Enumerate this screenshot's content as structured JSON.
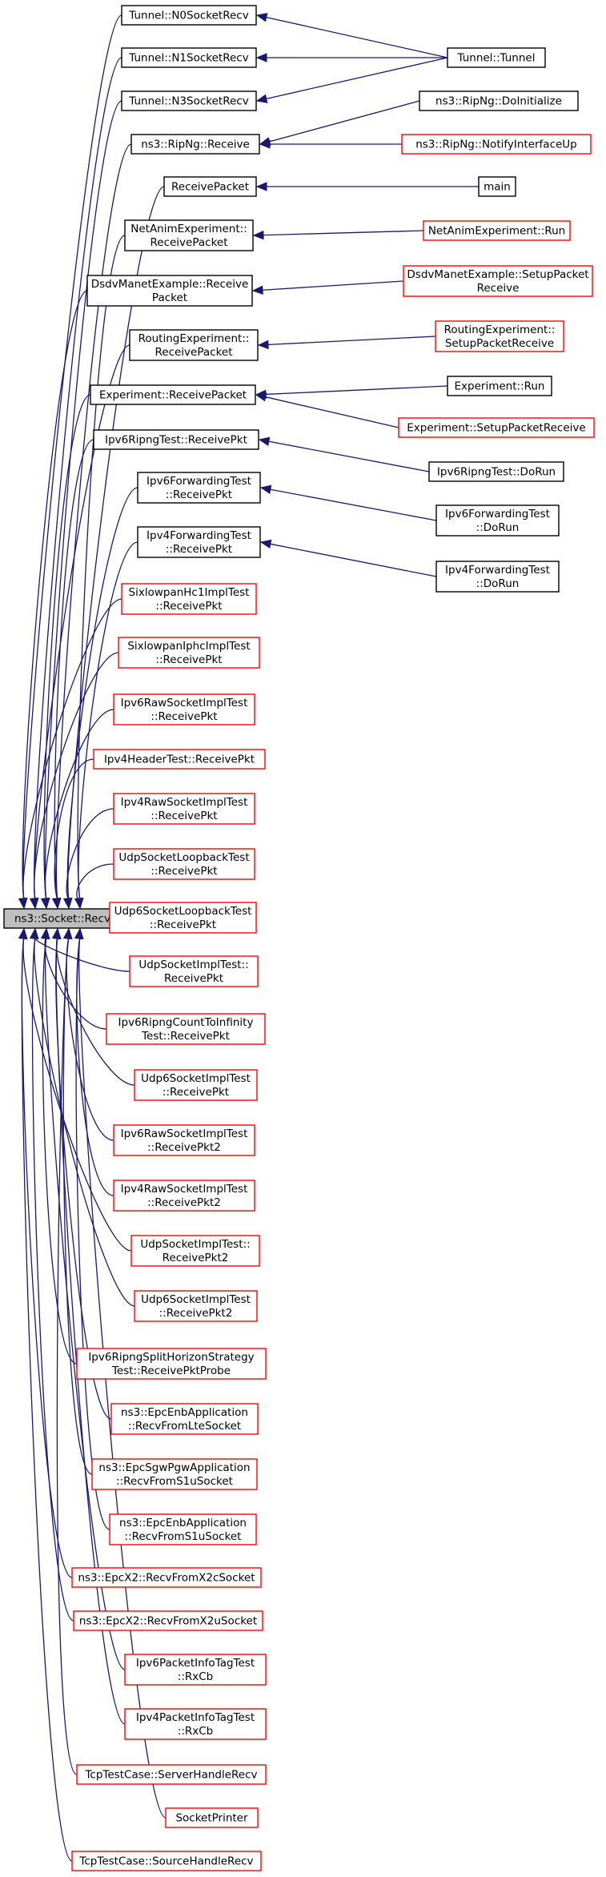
{
  "colors": {
    "edge": "#191970",
    "node_border": "#000000",
    "node_border_missing": "#ff0000",
    "root_fill": "#bfbfbf",
    "node_fill": "#ffffff"
  },
  "root": {
    "id": "root",
    "label": "ns3::Socket::Recv"
  },
  "callers": [
    {
      "id": "c0",
      "lines": [
        "Tunnel::N0SocketRecv"
      ],
      "missing": false
    },
    {
      "id": "c1",
      "lines": [
        "Tunnel::N1SocketRecv"
      ],
      "missing": false
    },
    {
      "id": "c2",
      "lines": [
        "Tunnel::N3SocketRecv"
      ],
      "missing": false
    },
    {
      "id": "c3",
      "lines": [
        "ns3::RipNg::Receive"
      ],
      "missing": false
    },
    {
      "id": "c4",
      "lines": [
        "ReceivePacket"
      ],
      "missing": false
    },
    {
      "id": "c5",
      "lines": [
        "NetAnimExperiment::",
        "ReceivePacket"
      ],
      "missing": false
    },
    {
      "id": "c6",
      "lines": [
        "DsdvManetExample::Receive",
        "Packet"
      ],
      "missing": false
    },
    {
      "id": "c7",
      "lines": [
        "RoutingExperiment::",
        "ReceivePacket"
      ],
      "missing": false
    },
    {
      "id": "c8",
      "lines": [
        "Experiment::ReceivePacket"
      ],
      "missing": false
    },
    {
      "id": "c9",
      "lines": [
        "Ipv6RipngTest::ReceivePkt"
      ],
      "missing": false
    },
    {
      "id": "c10",
      "lines": [
        "Ipv6ForwardingTest",
        "::ReceivePkt"
      ],
      "missing": false
    },
    {
      "id": "c11",
      "lines": [
        "Ipv4ForwardingTest",
        "::ReceivePkt"
      ],
      "missing": false
    },
    {
      "id": "c12",
      "lines": [
        "SixlowpanHc1ImplTest",
        "::ReceivePkt"
      ],
      "missing": true
    },
    {
      "id": "c13",
      "lines": [
        "SixlowpanIphcImplTest",
        "::ReceivePkt"
      ],
      "missing": true
    },
    {
      "id": "c14",
      "lines": [
        "Ipv6RawSocketImplTest",
        "::ReceivePkt"
      ],
      "missing": true
    },
    {
      "id": "c15",
      "lines": [
        "Ipv4HeaderTest::ReceivePkt"
      ],
      "missing": true
    },
    {
      "id": "c16",
      "lines": [
        "Ipv4RawSocketImplTest",
        "::ReceivePkt"
      ],
      "missing": true
    },
    {
      "id": "c17",
      "lines": [
        "UdpSocketLoopbackTest",
        "::ReceivePkt"
      ],
      "missing": true
    },
    {
      "id": "c18",
      "lines": [
        "Udp6SocketLoopbackTest",
        "::ReceivePkt"
      ],
      "missing": true
    },
    {
      "id": "c19",
      "lines": [
        "UdpSocketImplTest::",
        "ReceivePkt"
      ],
      "missing": true
    },
    {
      "id": "c20",
      "lines": [
        "Ipv6RipngCountToInfinity",
        "Test::ReceivePkt"
      ],
      "missing": true
    },
    {
      "id": "c21",
      "lines": [
        "Udp6SocketImplTest",
        "::ReceivePkt"
      ],
      "missing": true
    },
    {
      "id": "c22",
      "lines": [
        "Ipv6RawSocketImplTest",
        "::ReceivePkt2"
      ],
      "missing": true
    },
    {
      "id": "c23",
      "lines": [
        "Ipv4RawSocketImplTest",
        "::ReceivePkt2"
      ],
      "missing": true
    },
    {
      "id": "c24",
      "lines": [
        "UdpSocketImplTest::",
        "ReceivePkt2"
      ],
      "missing": true
    },
    {
      "id": "c25",
      "lines": [
        "Udp6SocketImplTest",
        "::ReceivePkt2"
      ],
      "missing": true
    },
    {
      "id": "c26",
      "lines": [
        "Ipv6RipngSplitHorizonStrategy",
        "Test::ReceivePktProbe"
      ],
      "missing": true
    },
    {
      "id": "c27",
      "lines": [
        "ns3::EpcEnbApplication",
        "::RecvFromLteSocket"
      ],
      "missing": true
    },
    {
      "id": "c28",
      "lines": [
        "ns3::EpcSgwPgwApplication",
        "::RecvFromS1uSocket"
      ],
      "missing": true
    },
    {
      "id": "c29",
      "lines": [
        "ns3::EpcEnbApplication",
        "::RecvFromS1uSocket"
      ],
      "missing": true
    },
    {
      "id": "c30",
      "lines": [
        "ns3::EpcX2::RecvFromX2cSocket"
      ],
      "missing": true
    },
    {
      "id": "c31",
      "lines": [
        "ns3::EpcX2::RecvFromX2uSocket"
      ],
      "missing": true
    },
    {
      "id": "c32",
      "lines": [
        "Ipv6PacketInfoTagTest",
        "::RxCb"
      ],
      "missing": true
    },
    {
      "id": "c33",
      "lines": [
        "Ipv4PacketInfoTagTest",
        "::RxCb"
      ],
      "missing": true
    },
    {
      "id": "c34",
      "lines": [
        "TcpTestCase::ServerHandleRecv"
      ],
      "missing": true
    },
    {
      "id": "c35",
      "lines": [
        "SocketPrinter"
      ],
      "missing": true
    },
    {
      "id": "c36",
      "lines": [
        "TcpTestCase::SourceHandleRecv"
      ],
      "missing": true
    }
  ],
  "outer": [
    {
      "id": "o0",
      "lines": [
        "Tunnel::Tunnel"
      ],
      "missing": false
    },
    {
      "id": "o1",
      "lines": [
        "ns3::RipNg::DoInitialize"
      ],
      "missing": false
    },
    {
      "id": "o2",
      "lines": [
        "ns3::RipNg::NotifyInterfaceUp"
      ],
      "missing": true
    },
    {
      "id": "o3",
      "lines": [
        "main"
      ],
      "missing": false
    },
    {
      "id": "o4",
      "lines": [
        "NetAnimExperiment::Run"
      ],
      "missing": true
    },
    {
      "id": "o5",
      "lines": [
        "DsdvManetExample::SetupPacket",
        "Receive"
      ],
      "missing": true
    },
    {
      "id": "o6",
      "lines": [
        "RoutingExperiment::",
        "SetupPacketReceive"
      ],
      "missing": true
    },
    {
      "id": "o7",
      "lines": [
        "Experiment::Run"
      ],
      "missing": false
    },
    {
      "id": "o8",
      "lines": [
        "Experiment::SetupPacketReceive"
      ],
      "missing": true
    },
    {
      "id": "o9",
      "lines": [
        "Ipv6RipngTest::DoRun"
      ],
      "missing": false
    },
    {
      "id": "o10",
      "lines": [
        "Ipv6ForwardingTest",
        "::DoRun"
      ],
      "missing": false
    },
    {
      "id": "o11",
      "lines": [
        "Ipv4ForwardingTest",
        "::DoRun"
      ],
      "missing": false
    }
  ],
  "edges": [
    {
      "from": "o0",
      "to": "c0"
    },
    {
      "from": "o0",
      "to": "c1"
    },
    {
      "from": "o0",
      "to": "c2"
    },
    {
      "from": "o1",
      "to": "c3"
    },
    {
      "from": "o2",
      "to": "c3"
    },
    {
      "from": "o3",
      "to": "c4"
    },
    {
      "from": "o4",
      "to": "c5"
    },
    {
      "from": "o5",
      "to": "c6"
    },
    {
      "from": "o6",
      "to": "c7"
    },
    {
      "from": "o7",
      "to": "c8"
    },
    {
      "from": "o8",
      "to": "c8"
    },
    {
      "from": "o9",
      "to": "c9"
    },
    {
      "from": "o10",
      "to": "c10"
    },
    {
      "from": "o11",
      "to": "c11"
    }
  ]
}
